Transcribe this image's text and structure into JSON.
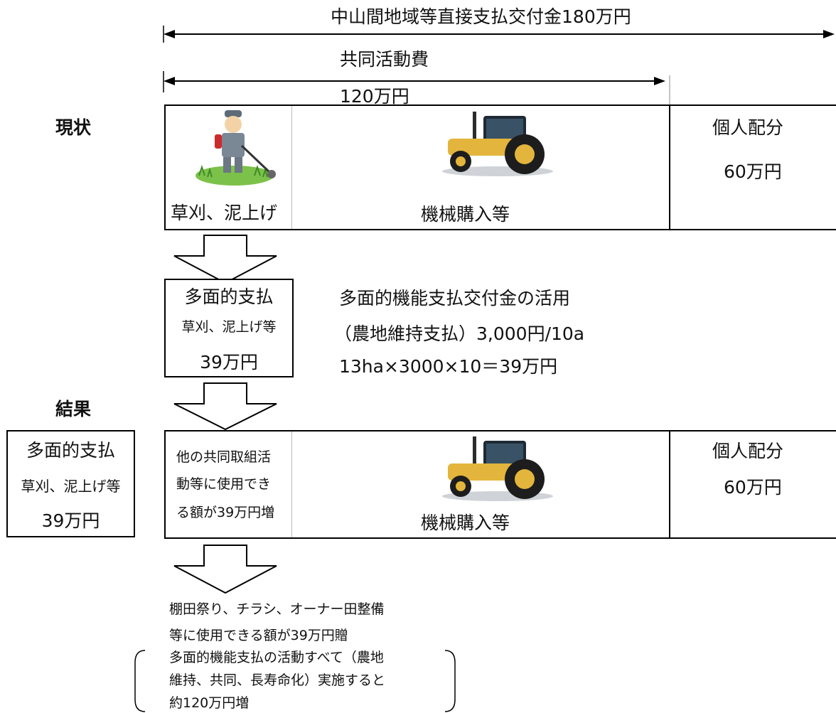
{
  "top_span": {
    "label": "中山間地域等直接支払交付金180万円"
  },
  "common_span": {
    "label": "共同活動費",
    "amount": "120万円"
  },
  "current": {
    "heading": "現状",
    "mowing_label": "草刈、泥上げ",
    "machine_label": "機械購入等",
    "personal_label": "個人配分",
    "personal_amount": "60万円"
  },
  "multi_box": {
    "title": "多面的支払",
    "subtitle": "草刈、泥上げ等",
    "amount": "39万円"
  },
  "multi_note": {
    "line1": "多面的機能支払交付金の活用",
    "line2": "（農地維持支払）3,000円/10a",
    "line3": "13ha×3000×10＝39万円"
  },
  "result": {
    "heading": "結果",
    "side_title": "多面的支払",
    "side_subtitle": "草刈、泥上げ等",
    "side_amount": "39万円",
    "other_line1": "他の共同取組活",
    "other_line2": "動等に使用でき",
    "other_line3": "る額が39万円増",
    "machine_label": "機械購入等",
    "personal_label": "個人配分",
    "personal_amount": "60万円"
  },
  "bottom_note": {
    "line1": "棚田祭り、チラシ、オーナー田整備",
    "line2": "等に使用できる額が39万円贈",
    "line3": "多面的機能支払の活動すべて（農地",
    "line4": "維持、共同、長寿命化）実施すると",
    "line5": "約120万円増"
  }
}
